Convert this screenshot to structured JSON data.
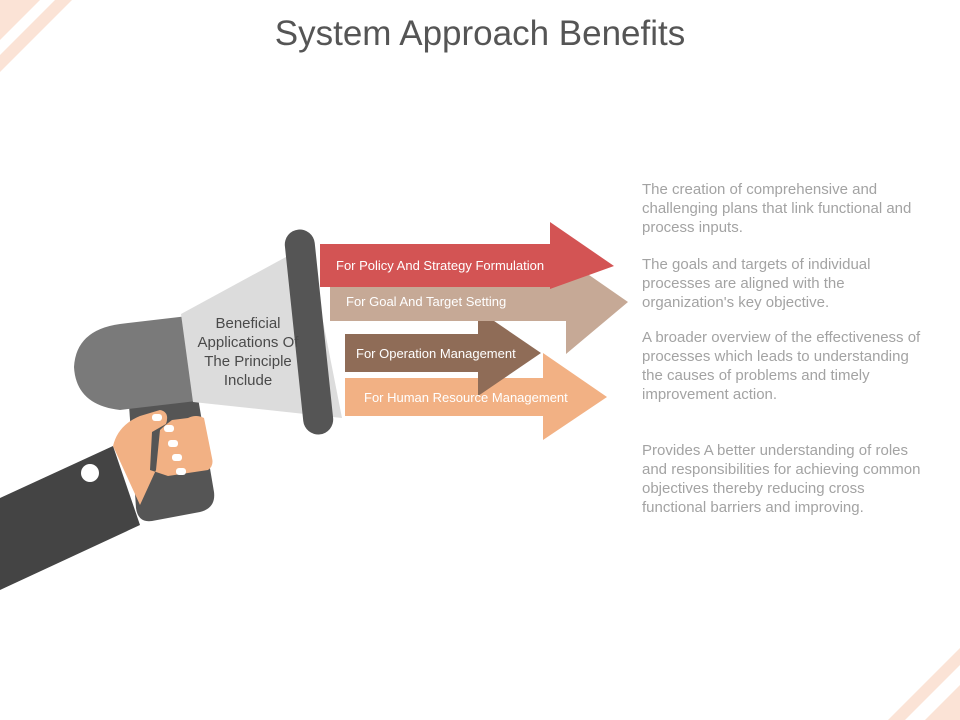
{
  "title": "System Approach Benefits",
  "megaphone_label": "Beneficial Applications Of The Principle Include",
  "arrows": [
    {
      "label": "For Policy And Strategy Formulation",
      "color": "#d35454"
    },
    {
      "label": "For Goal And Target Setting",
      "color": "#c6a996"
    },
    {
      "label": "For Operation Management",
      "color": "#8f6c57"
    },
    {
      "label": "For Human Resource Management",
      "color": "#f2b184"
    }
  ],
  "descriptions": [
    "The creation of comprehensive and challenging plans that link functional and process inputs.",
    "The goals and targets of individual processes are aligned with the organization's key objective.",
    "A broader overview of the effectiveness of processes which leads to understanding the causes of problems and timely improvement action.",
    "Provides A better understanding of roles and responsibilities for achieving common objectives thereby reducing cross functional barriers and improving."
  ],
  "colors": {
    "megaphone_body": "#7a7a7a",
    "megaphone_cone": "#dcdcdc",
    "megaphone_rim": "#555555",
    "sleeve": "#444444",
    "skin": "#f2b184",
    "corner_accent": "#fbe3d6"
  }
}
